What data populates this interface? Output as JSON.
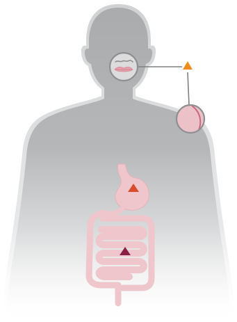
{
  "colors": {
    "background": "#ffffff",
    "body_silhouette": "#a9abad",
    "body_outline": "#d0d1d3",
    "organ_fill": "#eec6cb",
    "organ_stroke": "#d99ba4",
    "lips": "#e5a2ad",
    "marker_orange": "#f08d1e",
    "marker_red": "#d94b2b",
    "marker_maroon": "#8a1f45",
    "callout_ring": "#8e8f91",
    "connector_line": "#7f8082",
    "lesion": "#b94a66"
  },
  "markers": [
    {
      "id": "mouth-marker",
      "shape": "triangle",
      "color_key": "marker_orange"
    },
    {
      "id": "stomach-marker",
      "shape": "triangle",
      "color_key": "marker_red"
    },
    {
      "id": "intestine-marker",
      "shape": "triangle",
      "color_key": "marker_maroon"
    }
  ],
  "icons": [
    "mouth-icon",
    "skin-patch-icon",
    "stomach-icon",
    "intestine-icon"
  ]
}
